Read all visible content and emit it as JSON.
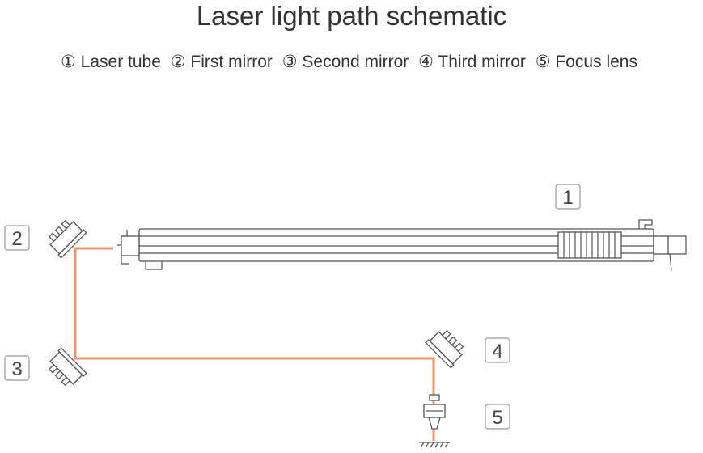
{
  "title": "Laser light path schematic",
  "legend": [
    "① Laser tube",
    "② First mirror",
    "③ Second mirror",
    "④ Third mirror",
    "⑤ Focus lens"
  ],
  "labels": {
    "tube": "1",
    "first_mirror": "2",
    "second_mirror": "3",
    "third_mirror": "4",
    "focus_lens": "5"
  },
  "colors": {
    "beam": "#e8956b",
    "line": "#555555"
  }
}
